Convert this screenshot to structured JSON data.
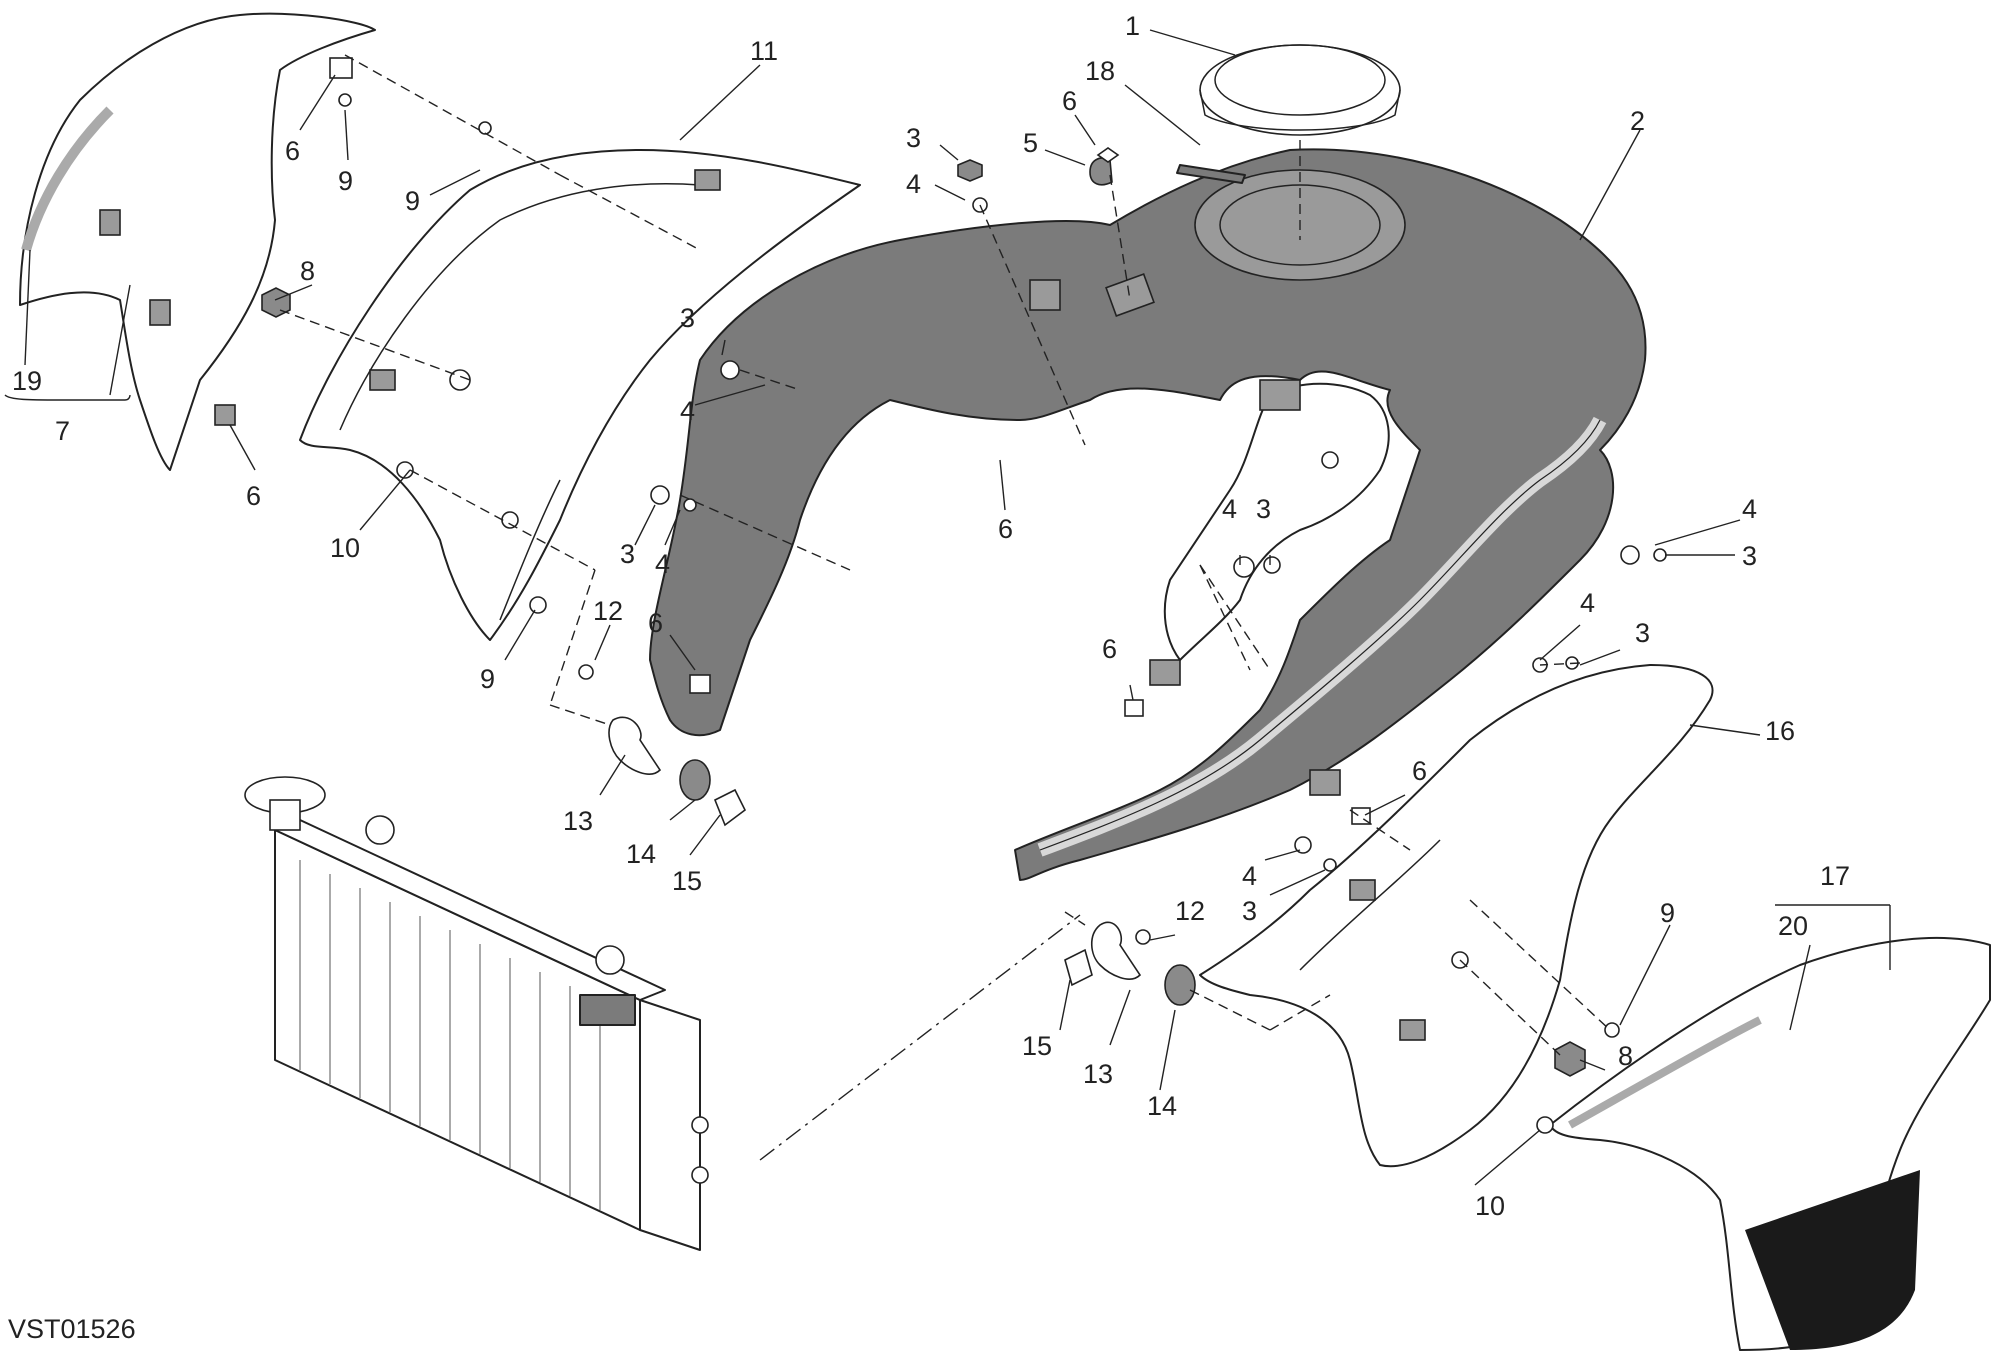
{
  "diagram": {
    "code": "VST01526",
    "labels": [
      {
        "id": "l1",
        "text": "1"
      },
      {
        "id": "l2",
        "text": "2"
      },
      {
        "id": "l18",
        "text": "18"
      },
      {
        "id": "l6a",
        "text": "6"
      },
      {
        "id": "l5",
        "text": "5"
      },
      {
        "id": "l3a",
        "text": "3"
      },
      {
        "id": "l4a",
        "text": "4"
      },
      {
        "id": "l11",
        "text": "11"
      },
      {
        "id": "l9a",
        "text": "9"
      },
      {
        "id": "l6b",
        "text": "6"
      },
      {
        "id": "l9b",
        "text": "9"
      },
      {
        "id": "l8a",
        "text": "8"
      },
      {
        "id": "l19",
        "text": "19"
      },
      {
        "id": "l7",
        "text": "7"
      },
      {
        "id": "l6c",
        "text": "6"
      },
      {
        "id": "l10a",
        "text": "10"
      },
      {
        "id": "l3b",
        "text": "3"
      },
      {
        "id": "l4b",
        "text": "4"
      },
      {
        "id": "l3c",
        "text": "3"
      },
      {
        "id": "l4c",
        "text": "4"
      },
      {
        "id": "l6d",
        "text": "6"
      },
      {
        "id": "l9c",
        "text": "9"
      },
      {
        "id": "l12a",
        "text": "12"
      },
      {
        "id": "l6e",
        "text": "6"
      },
      {
        "id": "l13a",
        "text": "13"
      },
      {
        "id": "l14a",
        "text": "14"
      },
      {
        "id": "l15a",
        "text": "15"
      },
      {
        "id": "l4d",
        "text": "4"
      },
      {
        "id": "l3d",
        "text": "3"
      },
      {
        "id": "l4e",
        "text": "4"
      },
      {
        "id": "l3e",
        "text": "3"
      },
      {
        "id": "l4f",
        "text": "4"
      },
      {
        "id": "l3f",
        "text": "3"
      },
      {
        "id": "l6f",
        "text": "6"
      },
      {
        "id": "l16",
        "text": "16"
      },
      {
        "id": "l6g",
        "text": "6"
      },
      {
        "id": "l4g",
        "text": "4"
      },
      {
        "id": "l3g",
        "text": "3"
      },
      {
        "id": "l12b",
        "text": "12"
      },
      {
        "id": "l9d",
        "text": "9"
      },
      {
        "id": "l17",
        "text": "17"
      },
      {
        "id": "l20",
        "text": "20"
      },
      {
        "id": "l15b",
        "text": "15"
      },
      {
        "id": "l13b",
        "text": "13"
      },
      {
        "id": "l14b",
        "text": "14"
      },
      {
        "id": "l8b",
        "text": "8"
      },
      {
        "id": "l10b",
        "text": "10"
      }
    ]
  }
}
